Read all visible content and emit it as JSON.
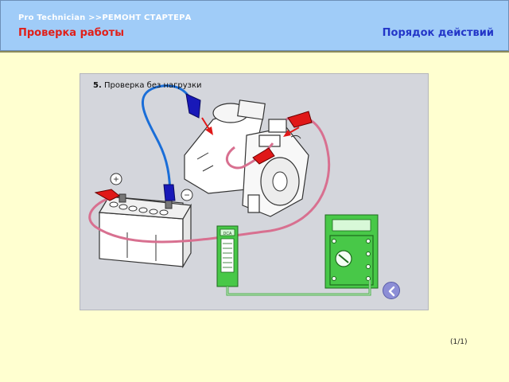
{
  "header": {
    "breadcrumb": "Pro  Technician >>РЕМОНТ СТАРТЕРА",
    "title": "Проверка работы",
    "procedure_label": "Порядок действий"
  },
  "step": {
    "number": "5.",
    "caption": "Проверка без нагрузки"
  },
  "diagram": {
    "plus_sign": "+",
    "minus_sign": "−",
    "ammeter_label": "DCA"
  },
  "nav": {
    "page_counter": "(1/1)",
    "back_icon": "chevron-left-icon"
  },
  "colors": {
    "header_bg": "#a0ccf8",
    "title_red": "#e0201a",
    "procedure_blue": "#2336c8",
    "page_bg": "#ffffd0",
    "frame_bg": "#d4d6dc",
    "meter_green": "#48c848",
    "wire_pink": "#d87090",
    "wire_blue": "#1a6ed8",
    "clip_red": "#e01818",
    "clip_blue": "#1818b8"
  }
}
